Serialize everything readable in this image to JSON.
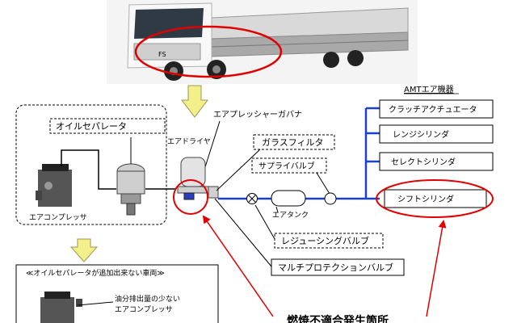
{
  "diagram": {
    "amt_group_title": "AMTエア機器",
    "amt_devices": [
      "クラッチアクチュエータ",
      "レンジシリンダ",
      "セレクトシリンダ",
      "シフトシリンダ"
    ],
    "components": {
      "oil_separator": "オイルセパレータ",
      "air_compressor": "エアコンプレッサ",
      "air_pressure_governor": "エアプレッシャーガバナ",
      "glass_filter": "ガラスフィルタ",
      "air_dryer": "エアドライヤ",
      "supply_valve": "サプライバルブ",
      "air_tank": "エアタンク",
      "reducing_valve": "レジューシングバルブ",
      "multi_protection_valve": "マルチプロテクションバルブ"
    },
    "lower_box": {
      "title": "≪オイルセパレータが追加出来ない車両≫",
      "note_line1": "油分排出量の少ない",
      "note_line2": "エアコンプレッサ"
    },
    "bottom_caption": "燃焼不適合発生箇所",
    "truck_badge": "FS"
  },
  "colors": {
    "air_line": "#1a3fd1",
    "highlight": "#e00000",
    "arrow_fill": "#f3ef8a"
  }
}
